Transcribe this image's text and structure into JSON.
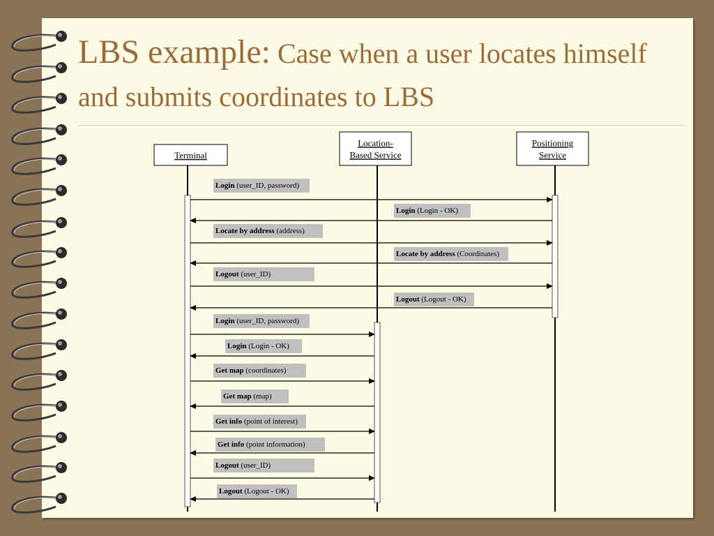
{
  "slide": {
    "title_main": "LBS example:",
    "title_rest": "Case when a user locates himself and submits coordinates to LBS"
  },
  "diagram": {
    "participants": [
      {
        "id": "terminal",
        "lines": [
          "Terminal"
        ]
      },
      {
        "id": "lbs",
        "lines": [
          "Location-",
          "Based Service"
        ]
      },
      {
        "id": "positioning",
        "lines": [
          "Positioning",
          "Service"
        ]
      }
    ],
    "messages": [
      {
        "from": "terminal",
        "to": "positioning",
        "name": "Login",
        "args": "(user_ID, password)"
      },
      {
        "from": "positioning",
        "to": "terminal",
        "name": "Login",
        "args": "(Login - OK)"
      },
      {
        "from": "terminal",
        "to": "positioning",
        "name": "Locate by address",
        "args": "(address)"
      },
      {
        "from": "positioning",
        "to": "terminal",
        "name": "Locate by address",
        "args": "(Coordinates)"
      },
      {
        "from": "terminal",
        "to": "positioning",
        "name": "Logout",
        "args": "(user_ID)"
      },
      {
        "from": "positioning",
        "to": "terminal",
        "name": "Logout",
        "args": "(Logout - OK)"
      },
      {
        "from": "terminal",
        "to": "lbs",
        "name": "Login",
        "args": "(user_ID, password)"
      },
      {
        "from": "lbs",
        "to": "terminal",
        "name": "Login",
        "args": "(Login - OK)"
      },
      {
        "from": "terminal",
        "to": "lbs",
        "name": "Get map",
        "args": "(coordinates)"
      },
      {
        "from": "lbs",
        "to": "terminal",
        "name": "Get map",
        "args": "(map)"
      },
      {
        "from": "terminal",
        "to": "lbs",
        "name": "Get info",
        "args": "(point of interest)"
      },
      {
        "from": "lbs",
        "to": "terminal",
        "name": "Get info",
        "args": "(point information)"
      },
      {
        "from": "terminal",
        "to": "lbs",
        "name": "Logout",
        "args": "(user_ID)"
      },
      {
        "from": "lbs",
        "to": "terminal",
        "name": "Logout",
        "args": "(Logout - OK)"
      }
    ]
  }
}
